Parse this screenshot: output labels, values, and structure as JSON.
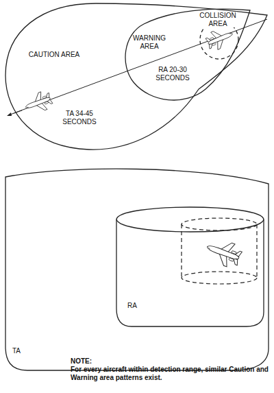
{
  "diagram": {
    "nodes": [
      {
        "text": [
          "CAUTION AREA",
          "TA 34-45 SECONDS"
        ]
      },
      {
        "text": [
          "WARNING AREA",
          "RA 20-30 SECONDS"
        ],
        "in": 0
      },
      {
        "text": [
          "COLLISION AREA"
        ],
        "in": 1
      },
      {
        "text": [
          "TA"
        ]
      },
      {
        "text": [
          "RA"
        ],
        "in": 3
      }
    ],
    "labels": [
      "NOTE:",
      "For every aircraft within detection range, similar Caution and Warning area patterns exist."
    ]
  }
}
